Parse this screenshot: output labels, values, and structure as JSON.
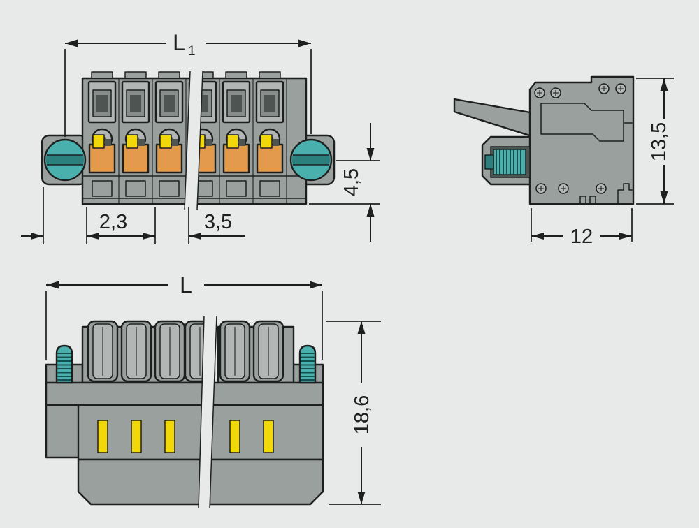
{
  "colors": {
    "background": "#e8e9e9",
    "outline": "#1d201f",
    "body": "#9aa09e",
    "body_light": "#b2b7b5",
    "body_dark": "#878d8b",
    "slot_dark": "#4e5452",
    "orange": "#e39a4d",
    "yellow": "#f2d80a",
    "teal": "#4ab0ae",
    "teal_dark": "#2b807e",
    "thread": "#14504e"
  },
  "views": {
    "connector_front": {
      "dim_length_label": "L",
      "dim_length_sub": "1",
      "dim_flange_offset": "2,3",
      "dim_pole_pitch": "3,5",
      "dim_strip_height": "4,5"
    },
    "connector_side": {
      "dim_height": "13,5",
      "dim_depth": "12"
    },
    "connector_bottom": {
      "dim_length_label": "L",
      "dim_height": "18,6"
    }
  }
}
